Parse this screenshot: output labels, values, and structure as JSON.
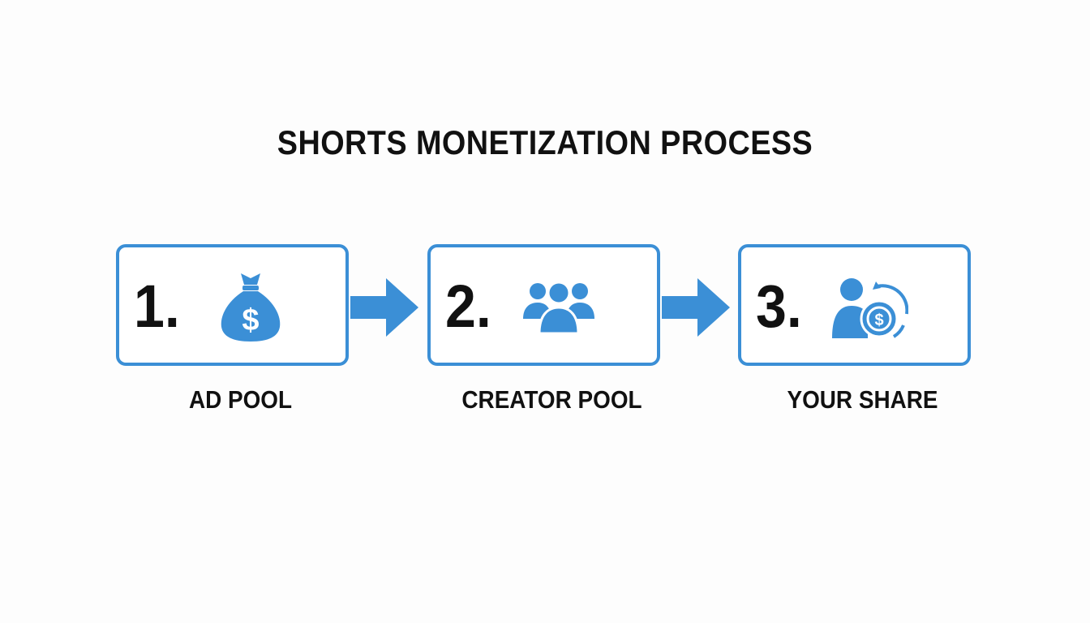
{
  "diagram": {
    "title": "SHORTS MONETIZATION PROCESS",
    "accent_color": "#3b8fd6",
    "steps": [
      {
        "number": "1.",
        "label": "AD POOL",
        "icon": "money-bag-icon"
      },
      {
        "number": "2.",
        "label": "CREATOR POOL",
        "icon": "people-group-icon"
      },
      {
        "number": "3.",
        "label": "YOUR SHARE",
        "icon": "person-coin-icon"
      }
    ]
  }
}
